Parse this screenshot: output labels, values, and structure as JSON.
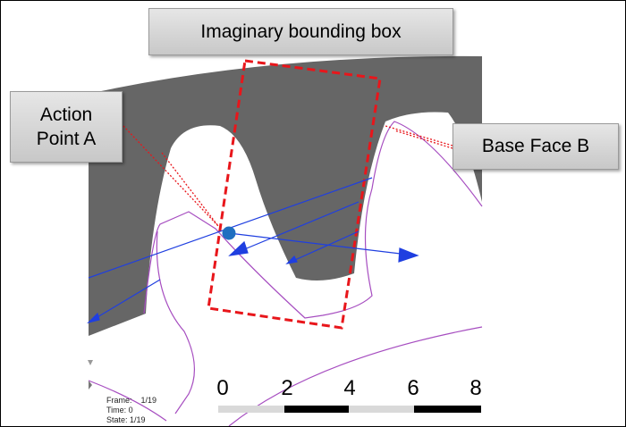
{
  "labels": {
    "bounding_box": "Imaginary bounding box",
    "action_point": "Action Point A",
    "base_face": "Base Face B"
  },
  "scale": {
    "ticks": [
      "0",
      "2",
      "4",
      "6",
      "8"
    ]
  },
  "info": {
    "frame": "Frame:    1/19",
    "time": "Time: 0",
    "state": "State: 1/19"
  },
  "colors": {
    "gear": "#666666",
    "bounding_box": "#e8161b",
    "arrows": "#1f3fe0",
    "profile": "#a64dc0",
    "point": "#1f6fc0"
  }
}
